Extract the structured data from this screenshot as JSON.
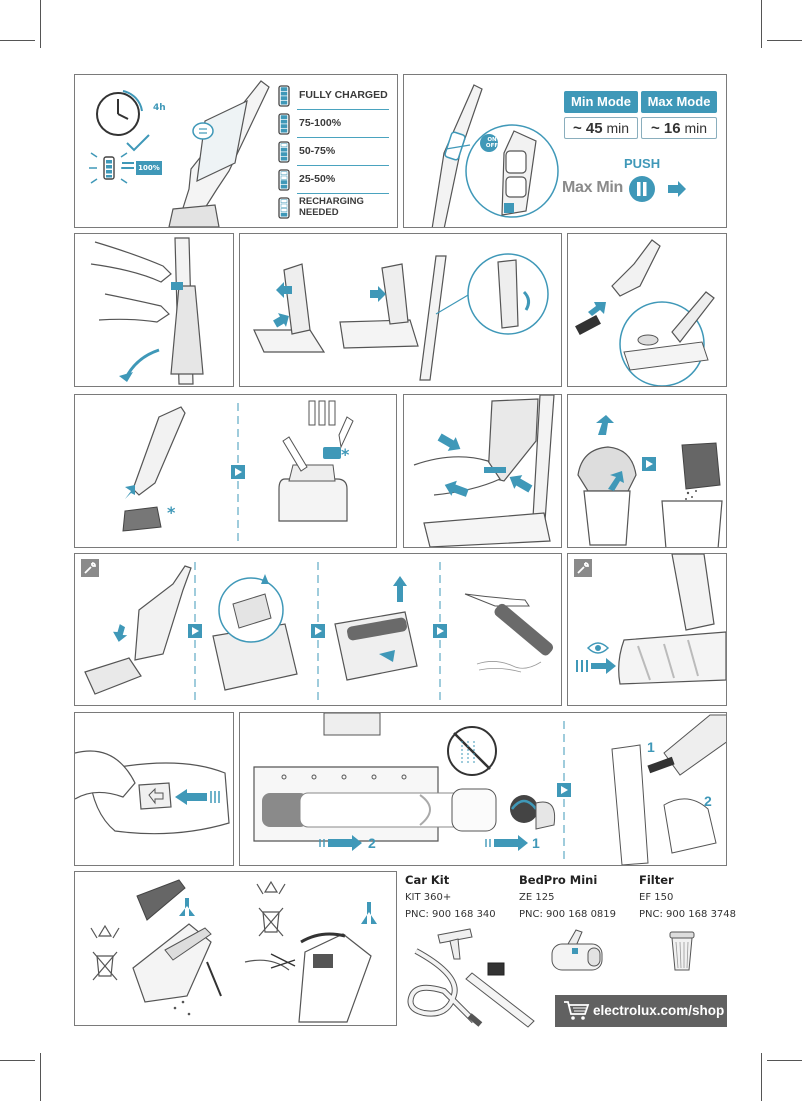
{
  "charging_panel": {
    "charge_time": "4h",
    "full_indicator": "100%",
    "legend": [
      {
        "label": "FULLY CHARGED",
        "bars": 4
      },
      {
        "label": "75-100%",
        "bars": 4
      },
      {
        "label": "50-75%",
        "bars": 3
      },
      {
        "label": "25-50%",
        "bars": 2
      },
      {
        "label_line1": "RECHARGING",
        "label_line2": "NEEDED",
        "bars": 1
      }
    ]
  },
  "power_panel": {
    "on_off_label": "ON\nOFF",
    "modes": {
      "min_title": "Min Mode",
      "max_title": "Max Mode",
      "min_runtime_value": "~ 45",
      "min_runtime_unit": "min",
      "max_runtime_value": "~ 16",
      "max_runtime_unit": "min"
    },
    "push_label": "PUSH",
    "switch_label": "Max Min"
  },
  "step_labels": {
    "asterisk": "*",
    "step_1": "1",
    "step_2": "2"
  },
  "accessories": [
    {
      "title": "Car Kit",
      "model": "KIT 360+",
      "pnc": "PNC: 900 168 340"
    },
    {
      "title": "BedPro Mini",
      "model": "ZE 125",
      "pnc": "PNC: 900 168 0819"
    },
    {
      "title": "Filter",
      "model": "EF 150",
      "pnc": "PNC: 900 168 3748"
    }
  ],
  "shop": {
    "label": "electrolux.com/shop"
  },
  "colors": {
    "accent": "#3f98b8",
    "line": "#6e6e6e",
    "shop_bg": "#616161"
  }
}
